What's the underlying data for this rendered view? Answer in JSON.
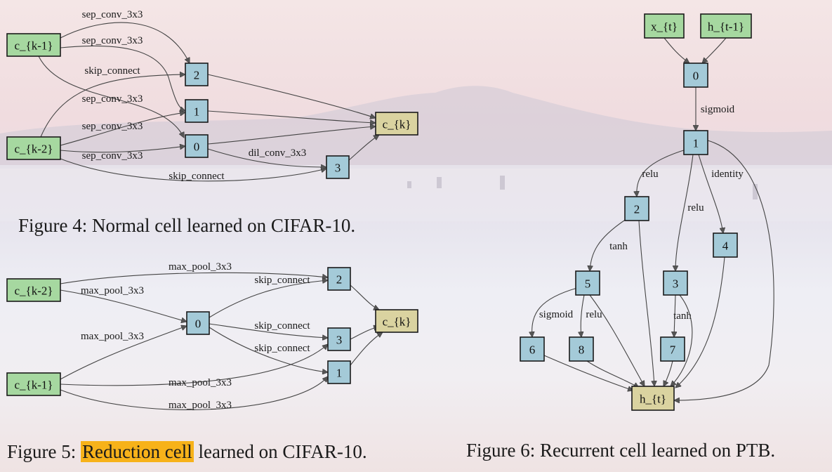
{
  "figures": [
    {
      "id": "fig4",
      "caption": "Figure 4: Normal cell learned on CIFAR-10.",
      "nodes": [
        {
          "id": "ck1",
          "label": "c_{k-1}",
          "kind": "input"
        },
        {
          "id": "ck2",
          "label": "c_{k-2}",
          "kind": "input"
        },
        {
          "id": "n2",
          "label": "2",
          "kind": "intermediate"
        },
        {
          "id": "n1",
          "label": "1",
          "kind": "intermediate"
        },
        {
          "id": "n0",
          "label": "0",
          "kind": "intermediate"
        },
        {
          "id": "n3",
          "label": "3",
          "kind": "intermediate"
        },
        {
          "id": "ck",
          "label": "c_{k}",
          "kind": "output"
        }
      ],
      "edges": [
        {
          "from": "ck1",
          "to": "n2",
          "label": "sep_conv_3x3"
        },
        {
          "from": "ck1",
          "to": "n1",
          "label": "sep_conv_3x3"
        },
        {
          "from": "ck1",
          "to": "n0",
          "label": "sep_conv_3x3"
        },
        {
          "from": "ck2",
          "to": "n2",
          "label": "skip_connect"
        },
        {
          "from": "ck2",
          "to": "n1",
          "label": "sep_conv_3x3"
        },
        {
          "from": "ck2",
          "to": "n0",
          "label": "sep_conv_3x3"
        },
        {
          "from": "ck2",
          "to": "n3",
          "label": "skip_connect"
        },
        {
          "from": "n0",
          "to": "n3",
          "label": "dil_conv_3x3"
        },
        {
          "from": "n2",
          "to": "ck",
          "label": ""
        },
        {
          "from": "n1",
          "to": "ck",
          "label": ""
        },
        {
          "from": "n0",
          "to": "ck",
          "label": ""
        },
        {
          "from": "n3",
          "to": "ck",
          "label": ""
        }
      ]
    },
    {
      "id": "fig5",
      "caption_prefix": "Figure 5: ",
      "caption_highlight": "Reduction cell",
      "caption_suffix": " learned on CIFAR-10.",
      "nodes": [
        {
          "id": "ck2",
          "label": "c_{k-2}",
          "kind": "input"
        },
        {
          "id": "ck1",
          "label": "c_{k-1}",
          "kind": "input"
        },
        {
          "id": "n0",
          "label": "0",
          "kind": "intermediate"
        },
        {
          "id": "n2",
          "label": "2",
          "kind": "intermediate"
        },
        {
          "id": "n3",
          "label": "3",
          "kind": "intermediate"
        },
        {
          "id": "n1",
          "label": "1",
          "kind": "intermediate"
        },
        {
          "id": "ck",
          "label": "c_{k}",
          "kind": "output"
        }
      ],
      "edges": [
        {
          "from": "ck2",
          "to": "n2",
          "label": "max_pool_3x3"
        },
        {
          "from": "ck2",
          "to": "n0",
          "label": "max_pool_3x3"
        },
        {
          "from": "ck1",
          "to": "n0",
          "label": "max_pool_3x3"
        },
        {
          "from": "ck1",
          "to": "n3",
          "label": "max_pool_3x3"
        },
        {
          "from": "ck1",
          "to": "n1",
          "label": "max_pool_3x3"
        },
        {
          "from": "n0",
          "to": "n2",
          "label": "skip_connect"
        },
        {
          "from": "n0",
          "to": "n3",
          "label": "skip_connect"
        },
        {
          "from": "n0",
          "to": "n1",
          "label": "skip_connect"
        },
        {
          "from": "n2",
          "to": "ck",
          "label": ""
        },
        {
          "from": "n3",
          "to": "ck",
          "label": ""
        },
        {
          "from": "n1",
          "to": "ck",
          "label": ""
        }
      ]
    },
    {
      "id": "fig6",
      "caption": "Figure 6: Recurrent cell learned on PTB.",
      "nodes": [
        {
          "id": "xt",
          "label": "x_{t}",
          "kind": "input"
        },
        {
          "id": "ht1",
          "label": "h_{t-1}",
          "kind": "input"
        },
        {
          "id": "n0",
          "label": "0",
          "kind": "intermediate"
        },
        {
          "id": "n1",
          "label": "1",
          "kind": "intermediate"
        },
        {
          "id": "n2",
          "label": "2",
          "kind": "intermediate"
        },
        {
          "id": "n3",
          "label": "3",
          "kind": "intermediate"
        },
        {
          "id": "n4",
          "label": "4",
          "kind": "intermediate"
        },
        {
          "id": "n5",
          "label": "5",
          "kind": "intermediate"
        },
        {
          "id": "n6",
          "label": "6",
          "kind": "intermediate"
        },
        {
          "id": "n7",
          "label": "7",
          "kind": "intermediate"
        },
        {
          "id": "n8",
          "label": "8",
          "kind": "intermediate"
        },
        {
          "id": "ht",
          "label": "h_{t}",
          "kind": "output"
        }
      ],
      "edges": [
        {
          "from": "xt",
          "to": "n0",
          "label": ""
        },
        {
          "from": "ht1",
          "to": "n0",
          "label": ""
        },
        {
          "from": "n0",
          "to": "n1",
          "label": "sigmoid"
        },
        {
          "from": "n1",
          "to": "n2",
          "label": "relu"
        },
        {
          "from": "n1",
          "to": "n3",
          "label": "relu"
        },
        {
          "from": "n1",
          "to": "n4",
          "label": "identity"
        },
        {
          "from": "n2",
          "to": "n5",
          "label": "tanh"
        },
        {
          "from": "n5",
          "to": "n6",
          "label": "sigmoid"
        },
        {
          "from": "n5",
          "to": "n8",
          "label": "relu"
        },
        {
          "from": "n3",
          "to": "n7",
          "label": "tanh"
        },
        {
          "from": "n1",
          "to": "ht",
          "label": ""
        },
        {
          "from": "n2",
          "to": "ht",
          "label": ""
        },
        {
          "from": "n3",
          "to": "ht",
          "label": ""
        },
        {
          "from": "n4",
          "to": "ht",
          "label": ""
        },
        {
          "from": "n5",
          "to": "ht",
          "label": ""
        },
        {
          "from": "n6",
          "to": "ht",
          "label": ""
        },
        {
          "from": "n7",
          "to": "ht",
          "label": ""
        },
        {
          "from": "n8",
          "to": "ht",
          "label": ""
        }
      ]
    }
  ],
  "colors": {
    "input": "#a6d8a0",
    "intermediate": "#a4cad8",
    "output": "#dad3a0",
    "edge": "#444444",
    "highlight": "#f7b21a"
  }
}
